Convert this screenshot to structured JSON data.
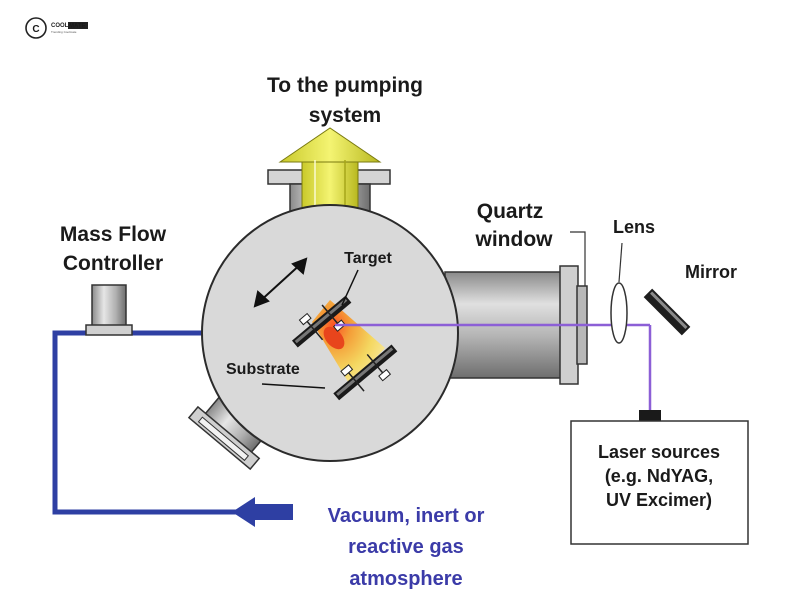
{
  "brand": {
    "logo_mark": "C",
    "name": "COOL",
    "name_tag": "MATE",
    "tagline": "Trending Coolmate"
  },
  "labels": {
    "pumping_line1": "To the pumping",
    "pumping_line2": "system",
    "mfc_line1": "Mass Flow",
    "mfc_line2": "Controller",
    "target": "Target",
    "substrate": "Substrate",
    "quartz_line1": "Quartz",
    "quartz_line2": "window",
    "lens": "Lens",
    "mirror": "Mirror",
    "laser_line1": "Laser sources",
    "laser_line2": "(e.g. NdYAG,",
    "laser_line3": "UV Excimer)",
    "atm_line1": "Vacuum, inert or",
    "atm_line2": "reactive gas",
    "atm_line3": "atmosphere"
  },
  "colors": {
    "chamber": "#d9d9d9",
    "gas_line": "#2e3fa3",
    "laser_beam": "#8c5fd6",
    "pump_arrow": "#e4e445",
    "plume": "#f2cc4f",
    "atmosphere_text": "#3b3ba8"
  }
}
